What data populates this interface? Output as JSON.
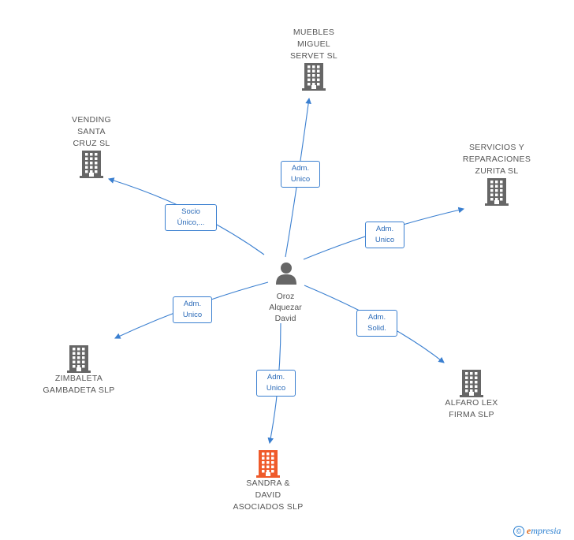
{
  "center": {
    "name": "Oroz\nAlquezar\nDavid",
    "icon": "person-icon"
  },
  "companies": [
    {
      "id": "muebles",
      "name": "MUEBLES\nMIGUEL\nSERVET SL",
      "color": "#666666",
      "icon": "building-icon"
    },
    {
      "id": "vending",
      "name": "VENDING\nSANTA\nCRUZ  SL",
      "color": "#666666",
      "icon": "building-icon"
    },
    {
      "id": "servicios",
      "name": "SERVICIOS Y\nREPARACIONES\nZURITA  SL",
      "color": "#666666",
      "icon": "building-icon"
    },
    {
      "id": "zimbaleta",
      "name": "ZIMBALETA\nGAMBADETA SLP",
      "color": "#666666",
      "icon": "building-icon"
    },
    {
      "id": "alfaro",
      "name": "ALFARO LEX\nFIRMA SLP",
      "color": "#666666",
      "icon": "building-icon"
    },
    {
      "id": "sandra",
      "name": "SANDRA &\nDAVID\nASOCIADOS SLP",
      "color": "#ef5a2a",
      "icon": "building-icon"
    }
  ],
  "relations": [
    {
      "to": "muebles",
      "label": "Adm.\nUnico"
    },
    {
      "to": "vending",
      "label": "Socio\nÚnico,..."
    },
    {
      "to": "servicios",
      "label": "Adm.\nUnico"
    },
    {
      "to": "zimbaleta",
      "label": "Adm.\nUnico"
    },
    {
      "to": "alfaro",
      "label": "Adm.\nSolid."
    },
    {
      "to": "sandra",
      "label": "Adm.\nUnico"
    }
  ],
  "colors": {
    "edge": "#3a7fd0",
    "building": "#666666",
    "highlight": "#ef5a2a"
  },
  "brand": {
    "symbol": "©",
    "initial": "e",
    "rest": "mpresia"
  }
}
